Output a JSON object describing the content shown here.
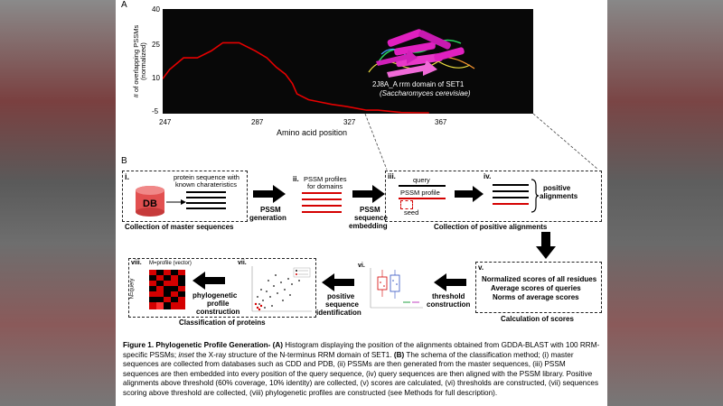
{
  "panel_a": {
    "label": "A",
    "ylabel_line1": "# of overlapping PSSMs",
    "ylabel_line2": "(normalized)",
    "xlabel": "Amino acid position",
    "y_ticks": [
      "40",
      "25",
      "10",
      "-5"
    ],
    "x_ticks": [
      "247",
      "287",
      "327",
      "367"
    ],
    "inset_title": "2J8A_A rrm domain of SET1",
    "inset_species": "(Saccharomyces cerevisiae)",
    "chart_data": {
      "type": "line",
      "xlabel": "Amino acid position",
      "ylabel": "# of overlapping PSSMs (normalized)",
      "xlim": [
        247,
        407
      ],
      "ylim": [
        -5,
        40
      ],
      "series": [
        {
          "x": [
            247,
            250,
            256,
            262,
            268,
            273,
            280,
            287,
            292,
            296,
            300,
            303,
            305,
            310,
            315,
            320,
            327,
            335,
            340,
            350,
            358,
            362
          ],
          "y": [
            10,
            14,
            19,
            19,
            22,
            25.5,
            25.5,
            22,
            19,
            15,
            12,
            8,
            3.5,
            1,
            0,
            -1,
            -2,
            -3.5,
            -3.5,
            -4.5,
            -5,
            -5
          ]
        }
      ]
    }
  },
  "panel_b": {
    "label": "B",
    "steps": {
      "i": {
        "num": "i.",
        "db": "DB",
        "text1": "protein sequence with",
        "text2": "known charateristics",
        "caption": "Collection of master sequences"
      },
      "ii": {
        "num": "ii.",
        "text1": "PSSM profiles",
        "text2": "for domains"
      },
      "iii": {
        "num": "iii.",
        "query": "query",
        "pssm": "PSSM profile",
        "seed": "seed"
      },
      "iv": {
        "num": "iv.",
        "text": "positive",
        "text2": "alignments",
        "caption": "Collection of positive alignments"
      },
      "v": {
        "num": "v.",
        "line1": "Normalized scores of all residues",
        "line2": "Average scores of queries",
        "line3": "Norms of average scores",
        "caption": "Calculation of scores"
      },
      "vi": {
        "num": "vi."
      },
      "vii": {
        "num": "vii."
      },
      "viii": {
        "num": "viii.",
        "title": "M=profile (vector)",
        "axis": "N=query",
        "caption": "Classification of proteins"
      }
    },
    "arrows": {
      "pssm_gen_1": "PSSM",
      "pssm_gen_2": "generation",
      "emb_1": "PSSM",
      "emb_2": "sequence",
      "emb_3": "embedding",
      "thr_1": "threshold",
      "thr_2": "construction",
      "pos_1": "positive",
      "pos_2": "sequence",
      "pos_3": "identification",
      "phy_1": "phylogenetic",
      "phy_2": "profile",
      "phy_3": "construction"
    }
  },
  "caption": {
    "fig": "Figure 1",
    "title": ". Phylogenetic Profile Generation-",
    "a_label": " (A)",
    "a_text1": " Histogram displaying the position of the alignments obtained from GDDA-BLAST with 100 RRM-specific PSSMs;",
    "inset_word": " inset",
    "a_text2": " the X-ray structure of the N-terminus RRM domain of SET1.",
    "b_label": " (B)",
    "b_text": " The schema of the classification method; (i) master sequences are collected from databases such as CDD and PDB, (ii) PSSMs are then generated from the master sequences, (iii) PSSM sequences are then embedded into every position of the query sequence, (iv) query sequences are then aligned with the PSSM  library. Positive alignments above threshold (60% coverage, 10% identity) are collected, (v) scores are calculated, (vi) thresholds are constructed, (vii) sequences scoring above threshold are collected, (viii) phylogenetic profiles are constructed (see Methods for full description)."
  },
  "colors": {
    "line": "#e60000",
    "accent_red": "#d40000",
    "protein": "#e020c0"
  }
}
